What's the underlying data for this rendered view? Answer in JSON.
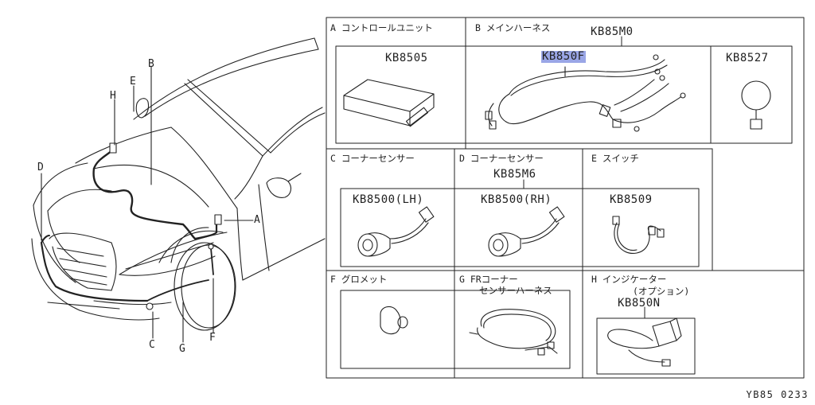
{
  "callouts": {
    "A": "A",
    "B": "B",
    "C": "C",
    "D": "D",
    "E": "E",
    "F": "F",
    "G": "G",
    "H": "H"
  },
  "sections": {
    "A": {
      "title": "A コントロールユニット",
      "part": "KB8505"
    },
    "B": {
      "title": "B メインハーネス",
      "assembly": "KB85M0",
      "part": "KB850F",
      "part_b": "KB8527"
    },
    "C": {
      "title": "C コーナーセンサー",
      "part": "KB8500(LH)"
    },
    "D": {
      "title": "D コーナーセンサー",
      "assembly": "KB85M6",
      "part": "KB8500(RH)"
    },
    "E": {
      "title": "E スイッチ",
      "part": "KB8509"
    },
    "F": {
      "title": "F グロメット"
    },
    "G": {
      "title_1": "G FRコーナー",
      "title_2": "センサーハーネス"
    },
    "H": {
      "title_1": "H インジケーター",
      "title_2": "(オプション)",
      "part": "KB850N"
    }
  },
  "diagram_code": "YB85 0233",
  "colors": {
    "line": "#222222",
    "highlight": "#9aa6e6"
  }
}
